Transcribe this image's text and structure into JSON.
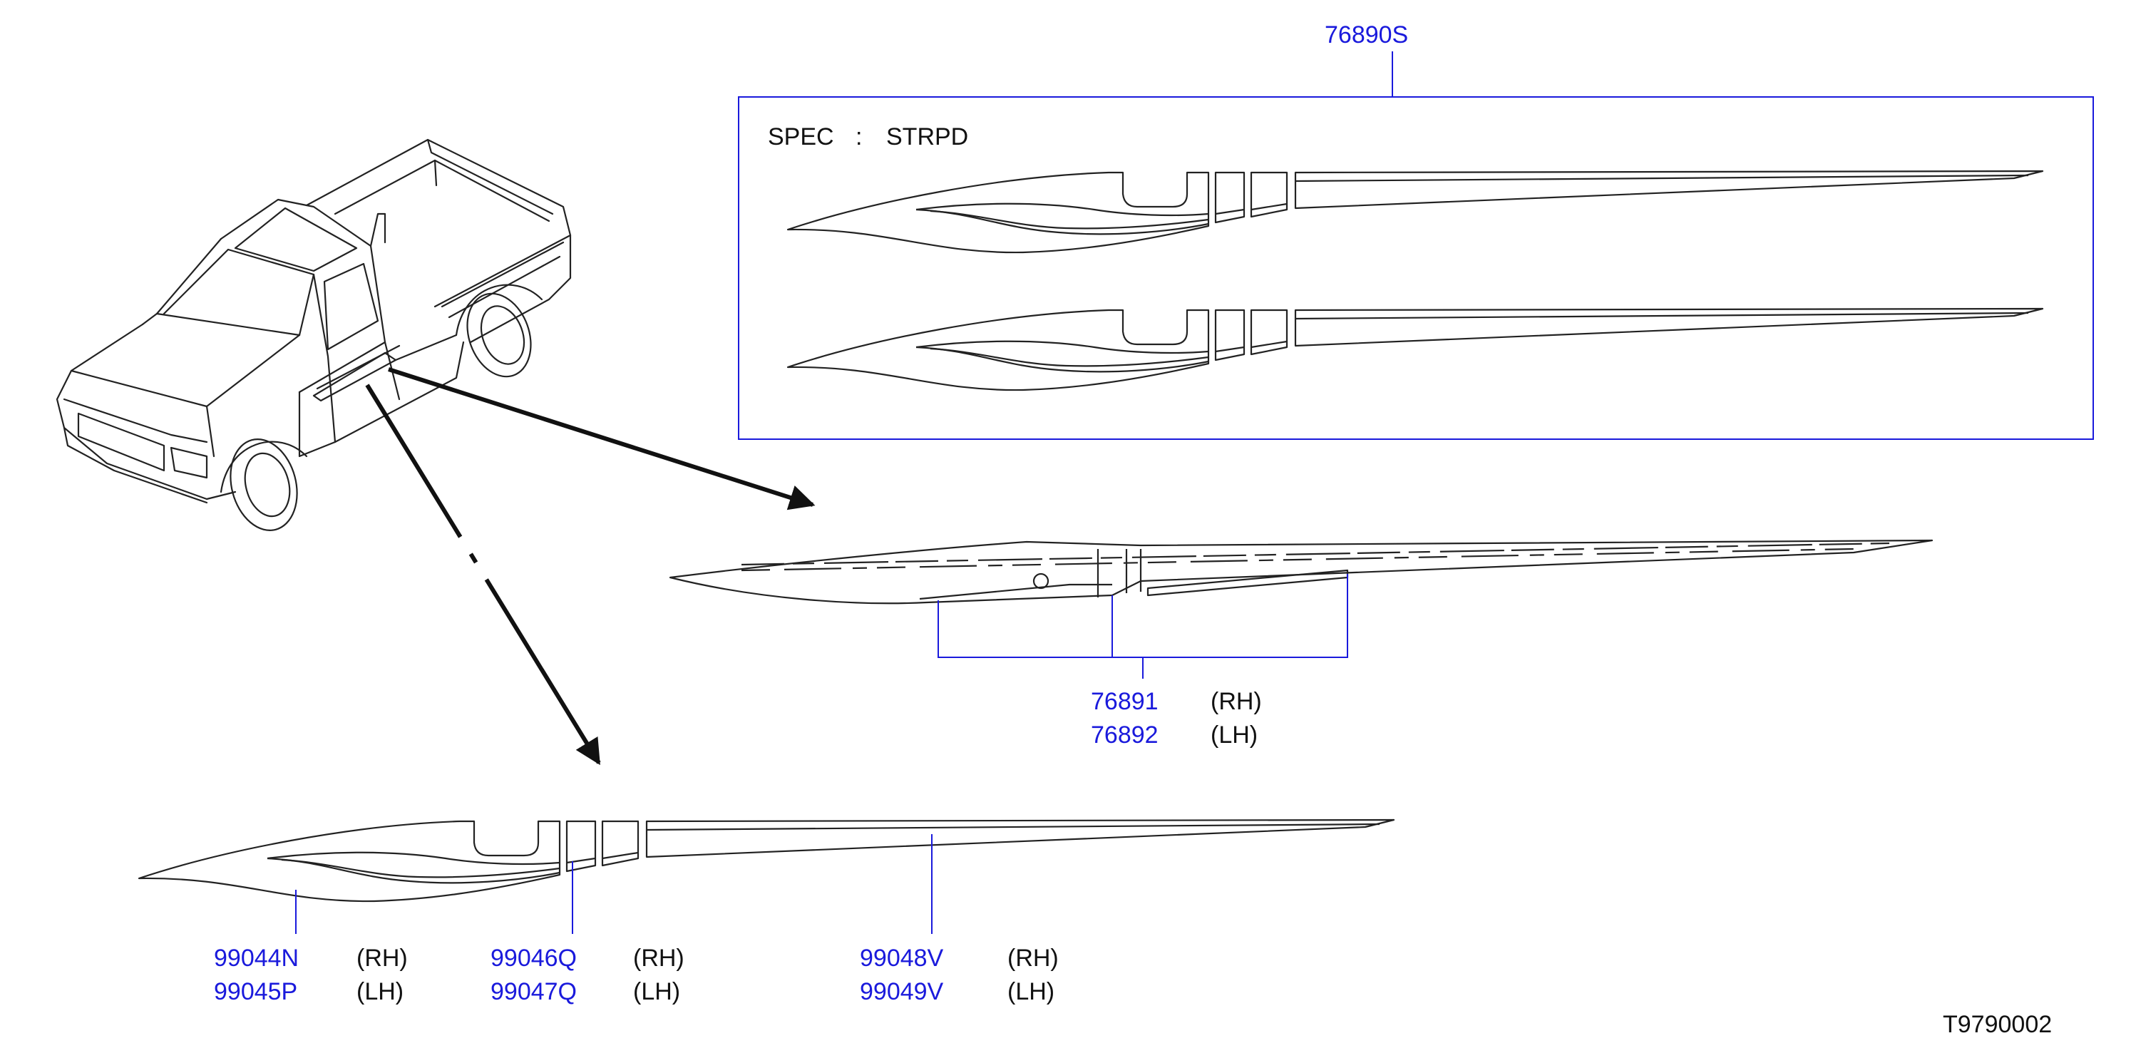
{
  "assembly": {
    "part_no": "76890S",
    "spec_label": "SPEC",
    "spec_sep": ":",
    "spec_value": "STRPD"
  },
  "middle_callout": [
    {
      "part_no": "76891",
      "side": "(RH)"
    },
    {
      "part_no": "76892",
      "side": "(LH)"
    }
  ],
  "bottom_callouts": [
    {
      "parts": [
        {
          "part_no": "99044N",
          "side": "(RH)"
        },
        {
          "part_no": "99045P",
          "side": "(LH)"
        }
      ]
    },
    {
      "parts": [
        {
          "part_no": "99046Q",
          "side": "(RH)"
        },
        {
          "part_no": "99047Q",
          "side": "(LH)"
        }
      ]
    },
    {
      "parts": [
        {
          "part_no": "99048V",
          "side": "(RH)"
        },
        {
          "part_no": "99049V",
          "side": "(LH)"
        }
      ]
    }
  ],
  "diagram_id": "T9790002",
  "colors": {
    "part_number": "#1a1adc",
    "line_art": "#222222",
    "box": "#1a1adc"
  }
}
